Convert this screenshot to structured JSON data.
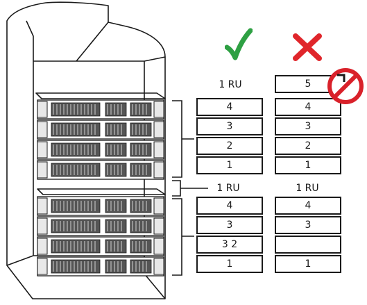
{
  "good_column": {
    "marker": "check-icon",
    "top_label": "1 RU",
    "upper_slots": [
      "4",
      "3",
      "2",
      "1"
    ],
    "middle_label": "1 RU",
    "lower_slots": [
      "4",
      "3",
      "3 2",
      "1"
    ]
  },
  "bad_column": {
    "marker": "cross-icon",
    "top_slot": "5",
    "prohibited": "no-entry-icon",
    "upper_slots": [
      "4",
      "3",
      "2",
      "1"
    ],
    "middle_label": "1 RU",
    "lower_slots": [
      "4",
      "3",
      "",
      "1"
    ]
  },
  "colors": {
    "check": "#2ea043",
    "cross": "#e0262b",
    "prohibited": "#d9212a",
    "line": "#1a1a1a"
  }
}
